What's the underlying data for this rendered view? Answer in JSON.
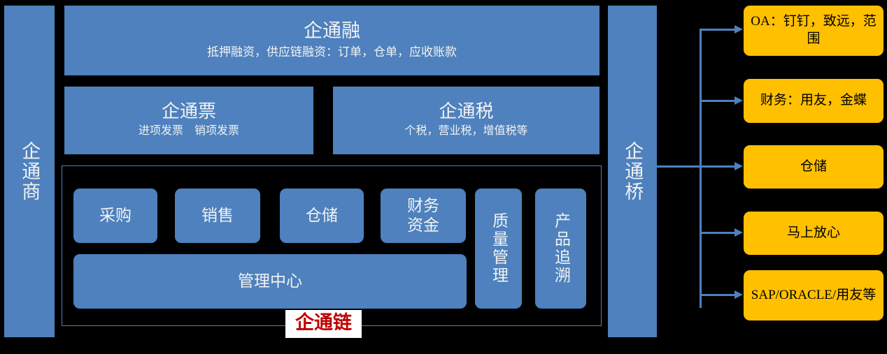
{
  "diagram": {
    "title_label": "企通链",
    "colors": {
      "panel_blue": "#4E81BD",
      "external_yellow": "#FFC000",
      "label_red": "#C00000",
      "background": "#000000",
      "panel_text": "#F2F2F2"
    }
  },
  "left_bar": {
    "label": "企通商"
  },
  "right_bar": {
    "label": "企通桥"
  },
  "panels": {
    "rong": {
      "title": "企通融",
      "subtitle": "抵押融资，供应链融资：订单，仓单，应收账款"
    },
    "piao": {
      "title": "企通票",
      "subtitle": "进项发票　销项发票"
    },
    "shui": {
      "title": "企通税",
      "subtitle": "个税，营业税，增值税等"
    }
  },
  "modules": {
    "caigou": "采购",
    "xiaoshou": "销售",
    "cangchu": "仓储",
    "caiwu": "财务\n资金",
    "zhiliang": "质量管理",
    "chanpin": "产品追溯",
    "guanli": "管理中心"
  },
  "external_systems": [
    {
      "label": "OA：钉钉，致远，范围"
    },
    {
      "label": "财务：用友，金蝶"
    },
    {
      "label": "仓储"
    },
    {
      "label": "马上放心"
    },
    {
      "label": "SAP/ORACLE/用友等"
    }
  ]
}
